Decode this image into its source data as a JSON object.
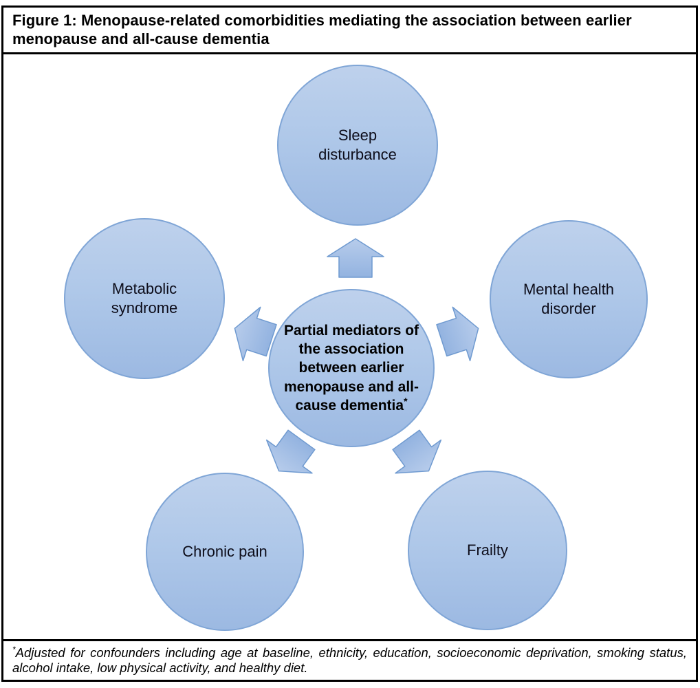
{
  "title": "Figure 1: Menopause-related comorbidities mediating the association between earlier menopause and all-cause dementia",
  "center": {
    "label": "Partial mediators of the association between earlier menopause and all-cause dementia",
    "superscript": "*"
  },
  "satellites": [
    {
      "id": "sleep-disturbance",
      "label": "Sleep disturbance"
    },
    {
      "id": "metabolic-syndrome",
      "label": "Metabolic syndrome"
    },
    {
      "id": "mental-health-disorder",
      "label": "Mental health disorder"
    },
    {
      "id": "chronic-pain",
      "label": "Chronic pain"
    },
    {
      "id": "frailty",
      "label": "Frailty"
    }
  ],
  "footnote": {
    "superscript": "*",
    "text": "Adjusted for confounders including age at baseline, ethnicity, education, socioeconomic deprivation, smoking status, alcohol intake, low physical activity, and healthy diet."
  },
  "colors": {
    "circle_fill_top": "#bed1ec",
    "circle_fill_bottom": "#9cb9e2",
    "circle_border": "#7fa5d6",
    "arrow_fill_top": "#b7cceb",
    "arrow_fill_bottom": "#93b3e0",
    "arrow_border": "#6f9ad0",
    "frame_border": "#000000",
    "background": "#ffffff",
    "text": "#000000"
  }
}
